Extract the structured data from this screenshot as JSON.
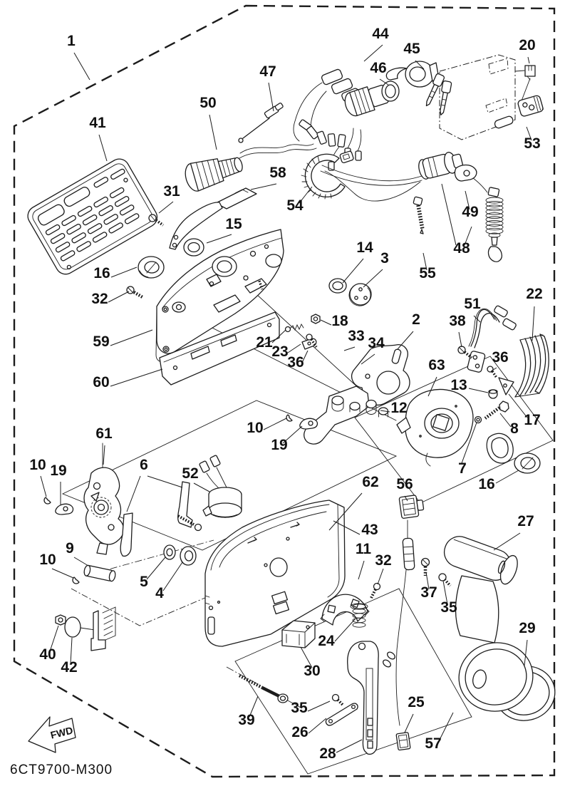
{
  "colors": {
    "ink": "#1c1c1c",
    "background": "#ffffff"
  },
  "diagram": {
    "drawing_code": "6CT9700-M300",
    "fwd_label": "FWD",
    "callouts": [
      "1",
      "41",
      "47",
      "50",
      "44",
      "45",
      "46",
      "20",
      "53",
      "58",
      "31",
      "54",
      "15",
      "49",
      "48",
      "55",
      "14",
      "3",
      "16",
      "32",
      "22",
      "51",
      "38",
      "59",
      "18",
      "2",
      "33",
      "34",
      "21",
      "23",
      "36",
      "63",
      "36",
      "13",
      "60",
      "17",
      "12",
      "8",
      "10",
      "19",
      "61",
      "7",
      "16",
      "10",
      "19",
      "6",
      "52",
      "62",
      "56",
      "43",
      "27",
      "11",
      "32",
      "9",
      "10",
      "5",
      "4",
      "37",
      "35",
      "24",
      "29",
      "40",
      "42",
      "30",
      "39",
      "35",
      "26",
      "25",
      "28",
      "57"
    ]
  }
}
